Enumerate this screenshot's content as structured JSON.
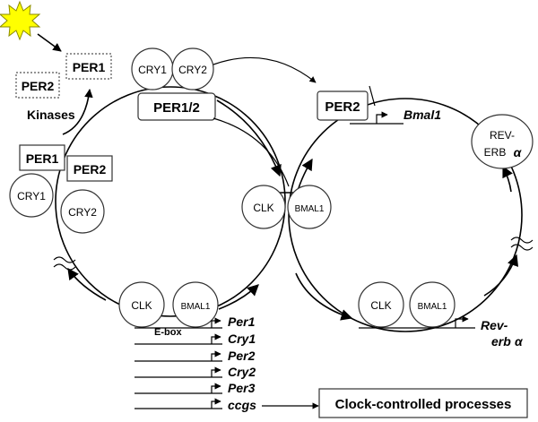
{
  "proteins": {
    "per1_free": "PER1",
    "per2_free": "PER2",
    "kinases": "Kinases",
    "cry1_top": "CRY1",
    "cry2_top": "CRY2",
    "per12_box": "PER1/2",
    "per1_left": "PER1",
    "per2_left": "PER2",
    "cry1_left": "CRY1",
    "cry2_left": "CRY2",
    "per2_right": "PER2",
    "rev_erb_line1": "REV-",
    "rev_erb_line2": "ERB",
    "alpha": "α",
    "clk_center": "CLK",
    "bmal1_center": "BMAL1",
    "clk_bottom_left": "CLK",
    "bmal1_bottom_left": "BMAL1",
    "clk_bottom_right": "CLK",
    "bmal1_bottom_right": "BMAL1"
  },
  "genes": {
    "bmal1": "Bmal1",
    "ebox": "E-box",
    "per1": "Per1",
    "cry1": "Cry1",
    "per2": "Per2",
    "cry2": "Cry2",
    "per3": "Per3",
    "ccgs": "ccgs",
    "rev_erb_line1": "Rev-",
    "rev_erb_line2": "erb"
  },
  "output_box": "Clock-controlled processes",
  "icons": {
    "sun": "sun-icon"
  },
  "colors": {
    "sun_fill": "#ffff00",
    "sun_stroke": "#8a8a00",
    "stroke": "#000000"
  }
}
